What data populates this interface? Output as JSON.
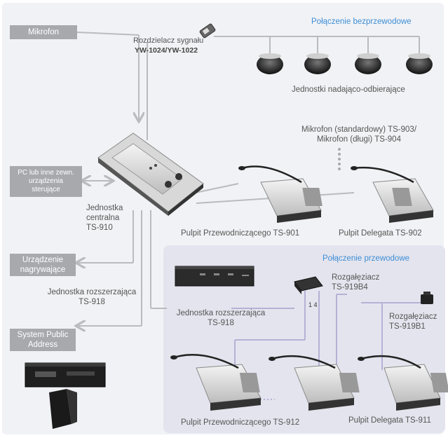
{
  "colors": {
    "gray_line": "#b9bbbe",
    "purple_line": "#b7b0d6",
    "blue_text": "#3d8ed6",
    "tag_bg": "#a7a9ad",
    "wired_panel": "#e4e4ee"
  },
  "labels": {
    "wireless_title": "Połączenie bezprzewodowe",
    "wired_title": "Połączenie przewodowe",
    "splitter_line1": "Rozdzielacz sygnału",
    "splitter_line2": "YW-1024/YW-1022",
    "transceivers": "Jednostki nadająco-odbierające",
    "microphone_models": "Mikrofon (standardowy) TS-903/\nMikrofon (długi) TS-904",
    "central_unit": "Jednostka\ncentralna\nTS-910",
    "chair_unit_901": "Pulpit Przewodniczącego TS-901",
    "delegate_unit_902": "Pulpit Delegata TS-902",
    "extension_unit_left": "Jednostka rozszerzająca\nTS-918",
    "extension_unit_wired": "Jednostka rozszerzająca\nTS-918",
    "branch_919b4": "Rozgałęziacz\nTS-919B4",
    "branch_919b1": "Rozgałęziacz\nTS-919B1",
    "port_label": "1 4",
    "chair_unit_912": "Pulpit Przewodniczącego TS-912",
    "delegate_unit_911": "Pulpit Delegata TS-911"
  },
  "tags": {
    "mikrofon": "Mikrofon",
    "pc": "PC lub inne zewn.\nurządzenia\nsterujące",
    "recorder": "Urządzenie\nnagrywające",
    "pa": "System Public\nAddress"
  }
}
